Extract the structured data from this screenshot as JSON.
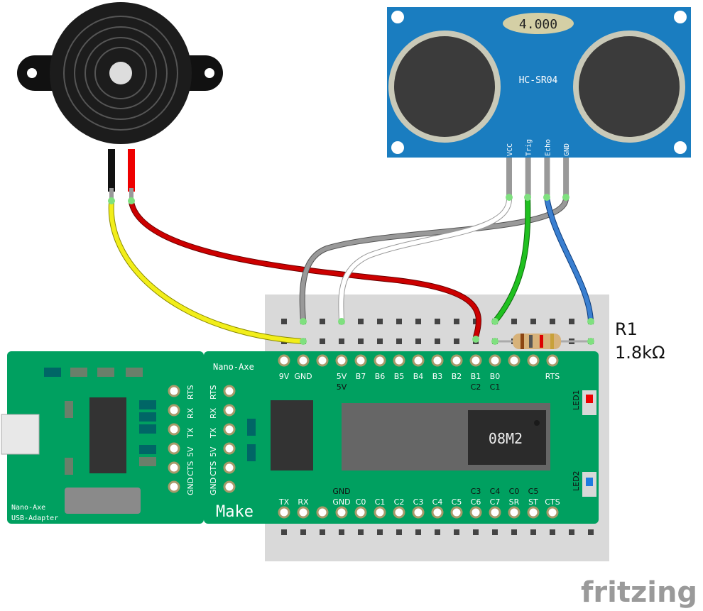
{
  "sensor": {
    "display": "4.000",
    "model": "HC-SR04",
    "pins": [
      "VCC",
      "Trig",
      "Echo",
      "GND"
    ],
    "color": "#1a7dc0"
  },
  "resistor": {
    "name": "R1",
    "value": "1.8kΩ"
  },
  "nano": {
    "title": "Nano-Axe",
    "make": "Make",
    "chip": "08M2",
    "top_pins": [
      [
        "9V",
        ""
      ],
      [
        "GND",
        ""
      ],
      [
        "",
        ""
      ],
      [
        "5V",
        "5V"
      ],
      [
        "B7",
        ""
      ],
      [
        "B6",
        ""
      ],
      [
        "B5",
        ""
      ],
      [
        "B4",
        ""
      ],
      [
        "B3",
        ""
      ],
      [
        "B2",
        ""
      ],
      [
        "B1",
        "C2"
      ],
      [
        "B0",
        "C1"
      ],
      [
        "",
        ""
      ],
      [
        "",
        ""
      ],
      [
        "RTS",
        ""
      ]
    ],
    "bottom_pins": [
      [
        "TX",
        ""
      ],
      [
        "RX",
        ""
      ],
      [
        "",
        ""
      ],
      [
        "GND",
        "GND"
      ],
      [
        "C0",
        ""
      ],
      [
        "C1",
        ""
      ],
      [
        "C2",
        ""
      ],
      [
        "C3",
        ""
      ],
      [
        "C4",
        ""
      ],
      [
        "C5",
        ""
      ],
      [
        "C6",
        "C3"
      ],
      [
        "C7",
        "C4"
      ],
      [
        "SR",
        "C0"
      ],
      [
        "ST",
        "C5"
      ],
      [
        "CTS",
        ""
      ]
    ],
    "leds": [
      "LED1",
      "LED2"
    ],
    "header_labels": [
      "RTS",
      "RX",
      "TX",
      "5V",
      "CTS",
      "GND"
    ]
  },
  "adapter": {
    "line1": "Nano-Axe",
    "line2": "USB-Adapter",
    "header_labels": [
      "RTS",
      "RX",
      "TX",
      "5V",
      "CTS",
      "GND"
    ]
  },
  "watermark": "fritzing"
}
